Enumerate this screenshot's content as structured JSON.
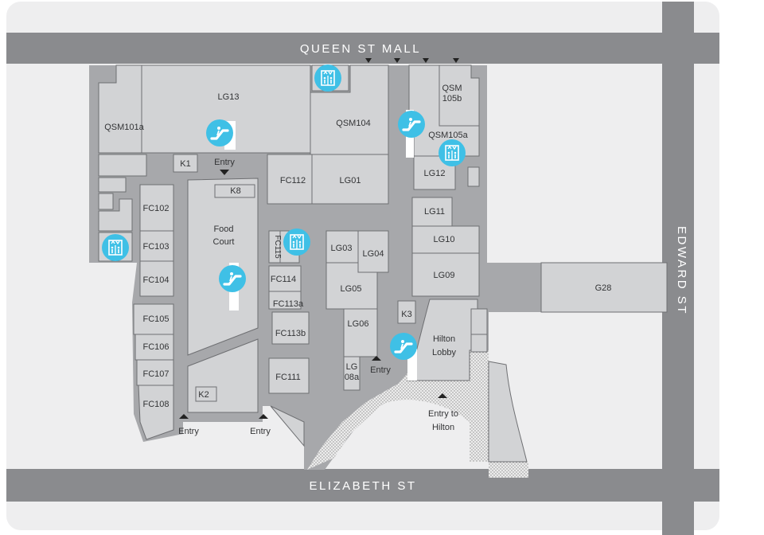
{
  "streets": {
    "queen": "QUEEN ST MALL",
    "elizabeth": "ELIZABETH ST",
    "edward": "EDWARD ST"
  },
  "units": {
    "lg13": "LG13",
    "qsm101a": "QSM101a",
    "qsm104": "QSM104",
    "qsm105b": [
      "QSM",
      "105b"
    ],
    "qsm105a": "QSM105a",
    "k1": "K1",
    "fc112": "FC112",
    "lg01": "LG01",
    "lg12": "LG12",
    "k8": "K8",
    "lg11": "LG11",
    "fc102": "FC102",
    "fc103": "FC103",
    "fc104": "FC104",
    "fc115": "FC115",
    "lg03": "LG03",
    "lg04": "LG04",
    "lg10": "LG10",
    "lg09": "LG09",
    "g28": "G28",
    "fc114": "FC114",
    "lg05": "LG05",
    "fc113a": "FC113a",
    "fc113b": "FC113b",
    "k3": "K3",
    "fc105": "FC105",
    "fc106": "FC106",
    "fc107": "FC107",
    "fc108": "FC108",
    "lg06": "LG06",
    "lg08a": [
      "LG",
      "08a"
    ],
    "fc111": "FC111",
    "k2": "K2"
  },
  "areas": {
    "food_court": [
      "Food",
      "Court"
    ],
    "hilton_lobby": [
      "Hilton",
      "Lobby"
    ]
  },
  "entries": {
    "top": "Entry",
    "bottom_left": "Entry",
    "bottom_mid": "Entry",
    "center": "Entry",
    "hilton": [
      "Entry to",
      "Hilton"
    ]
  },
  "icons": {
    "lift": "lift-icon",
    "escalator": "escalator-icon",
    "entry_arrow": "entry-arrow-icon",
    "accent": "#3fc0e6"
  }
}
